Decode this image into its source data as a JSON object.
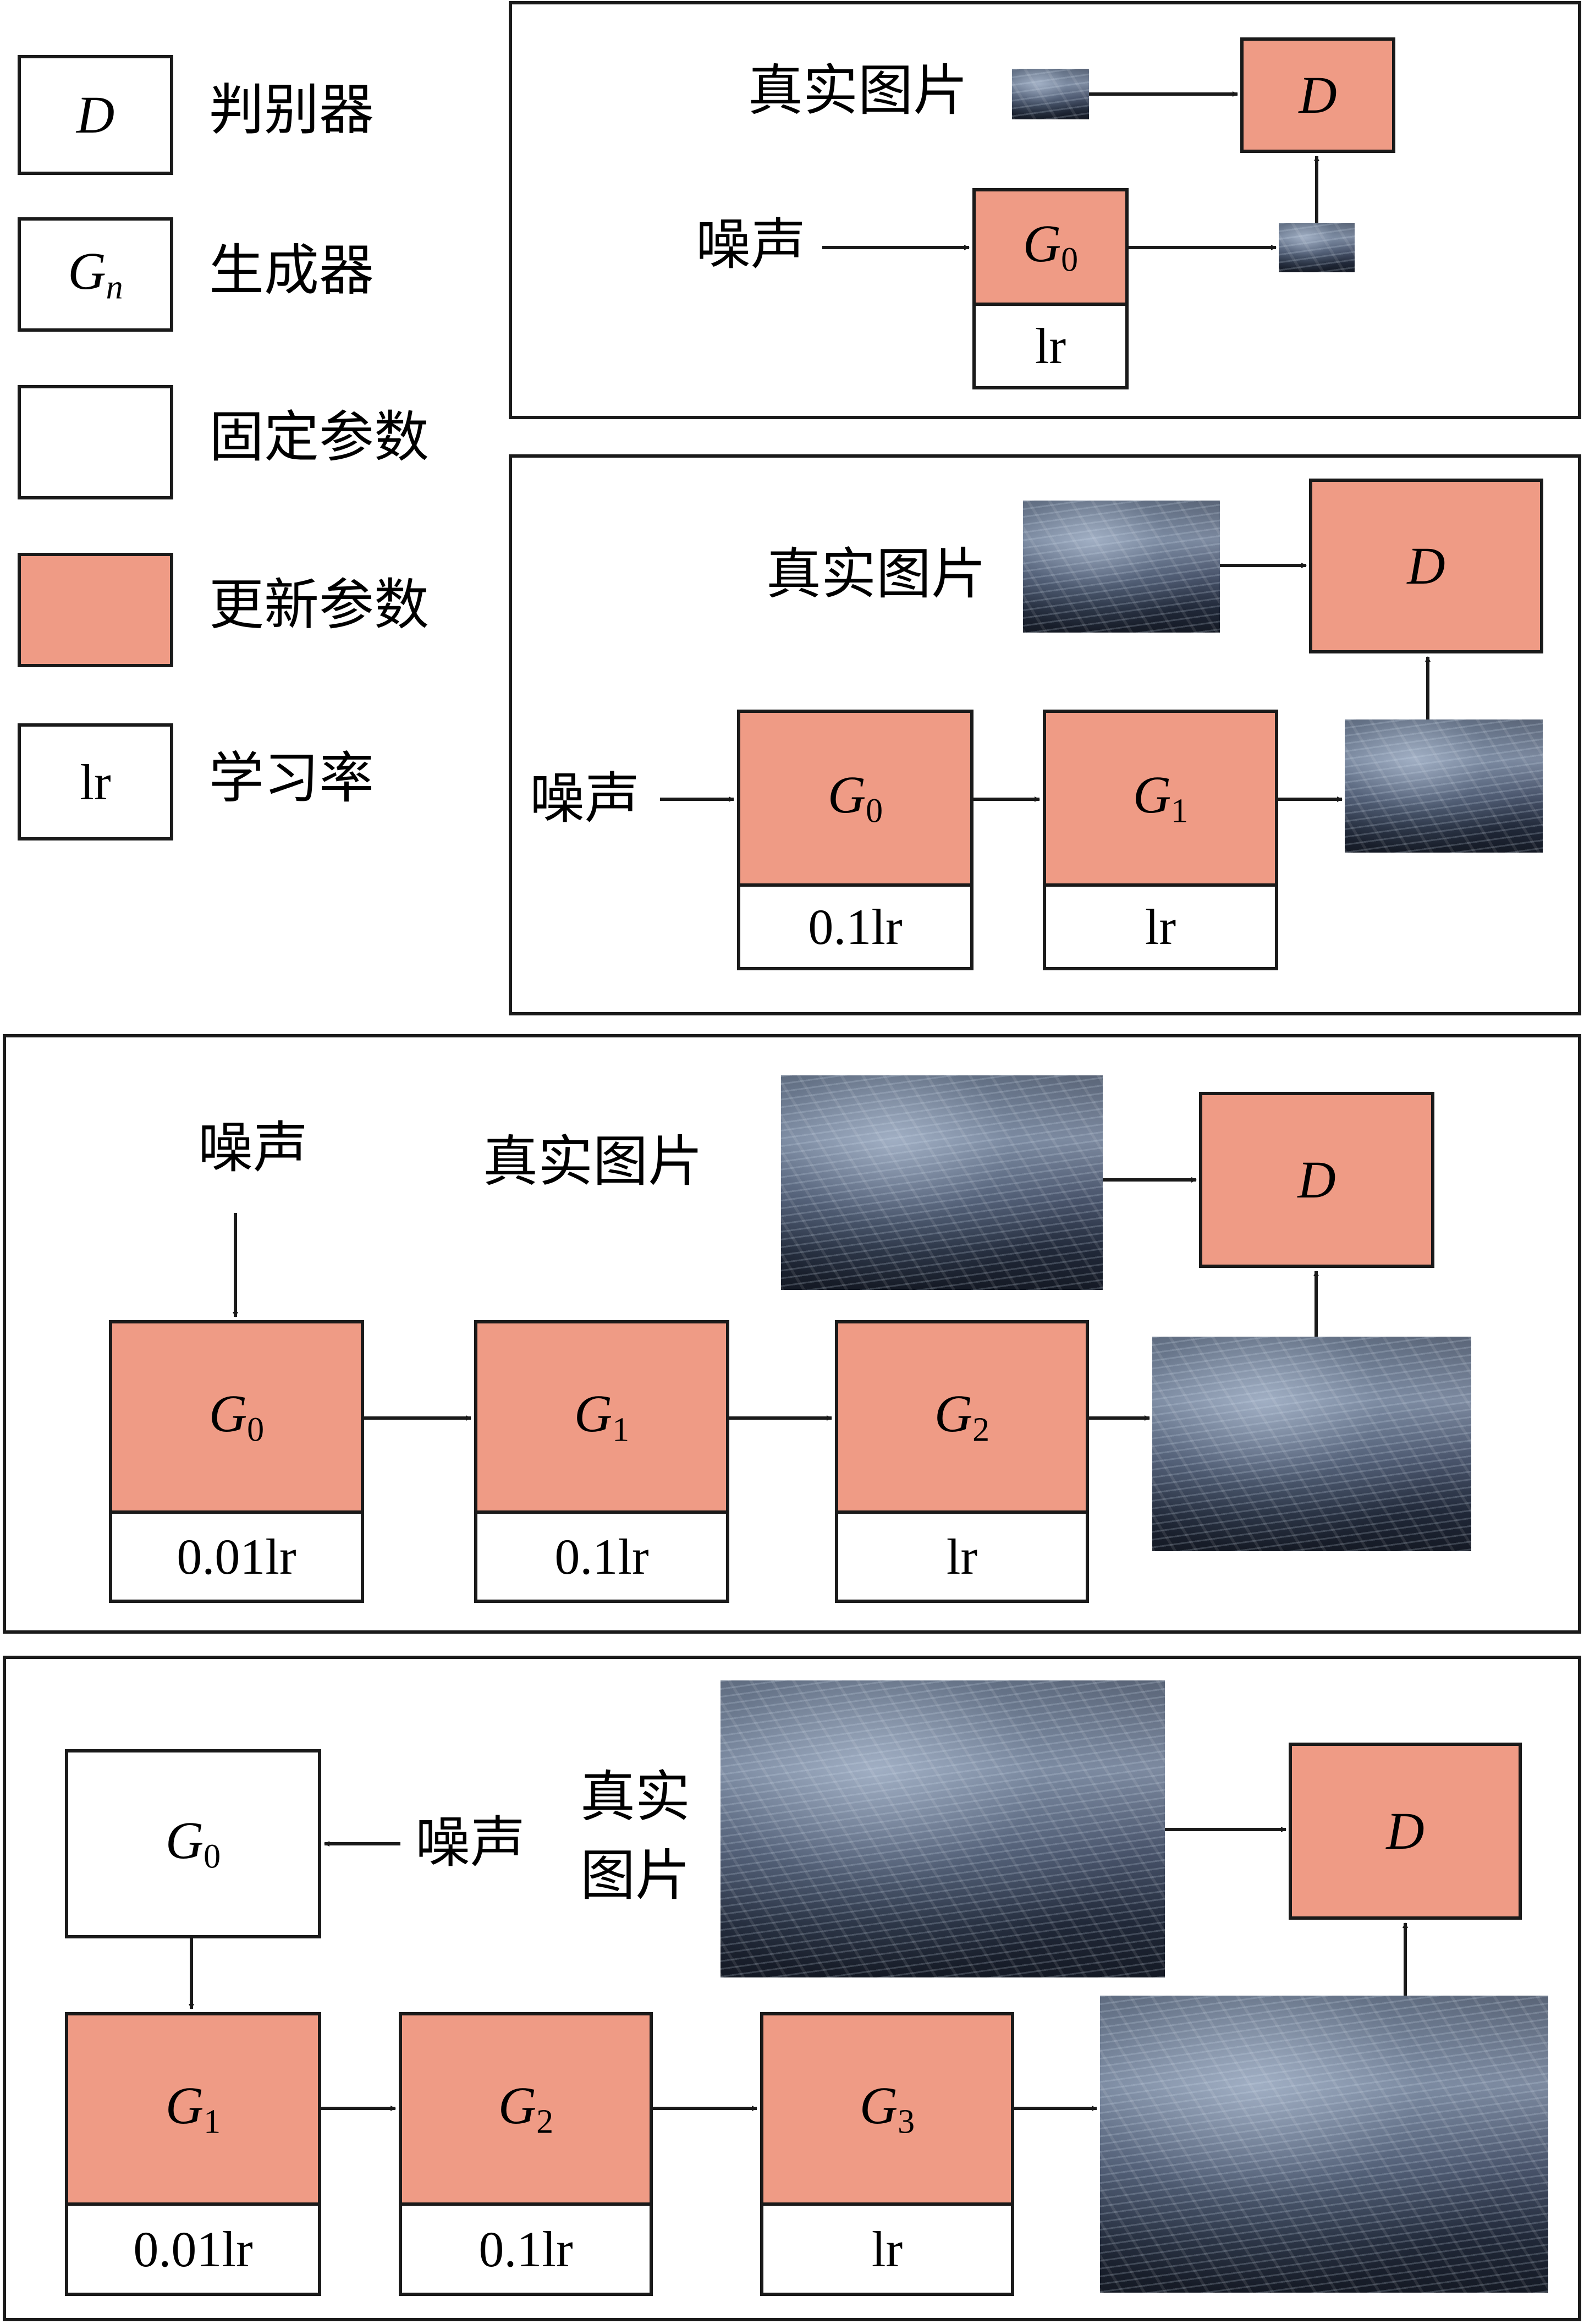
{
  "legend": [
    {
      "symbol": "D",
      "label": "判别器"
    },
    {
      "symbol": "G",
      "sub": "n",
      "label": "生成器"
    },
    {
      "symbol": "",
      "label": "固定参数"
    },
    {
      "symbol": "",
      "label": "更新参数"
    },
    {
      "symbol": "lr",
      "label": "学习率"
    }
  ],
  "colors": {
    "update": "#ef9b85",
    "fixed": "#ffffff",
    "border": "#1a1a1a"
  },
  "text": {
    "real_image": "真实图片",
    "real_image_line1": "真实",
    "real_image_line2": "图片",
    "noise": "噪声"
  },
  "stages": [
    {
      "discriminator": "D",
      "generators": [
        {
          "name": "G",
          "sub": "0",
          "lr": "lr"
        }
      ]
    },
    {
      "discriminator": "D",
      "generators": [
        {
          "name": "G",
          "sub": "0",
          "lr": "0.1lr"
        },
        {
          "name": "G",
          "sub": "1",
          "lr": "lr"
        }
      ]
    },
    {
      "discriminator": "D",
      "generators": [
        {
          "name": "G",
          "sub": "0",
          "lr": "0.01lr"
        },
        {
          "name": "G",
          "sub": "1",
          "lr": "0.1lr"
        },
        {
          "name": "G",
          "sub": "2",
          "lr": "lr"
        }
      ]
    },
    {
      "discriminator": "D",
      "generators": [
        {
          "name": "G",
          "sub": "0",
          "lr": ""
        },
        {
          "name": "G",
          "sub": "1",
          "lr": "0.01lr"
        },
        {
          "name": "G",
          "sub": "2",
          "lr": "0.1lr"
        },
        {
          "name": "G",
          "sub": "3",
          "lr": "lr"
        }
      ]
    }
  ]
}
